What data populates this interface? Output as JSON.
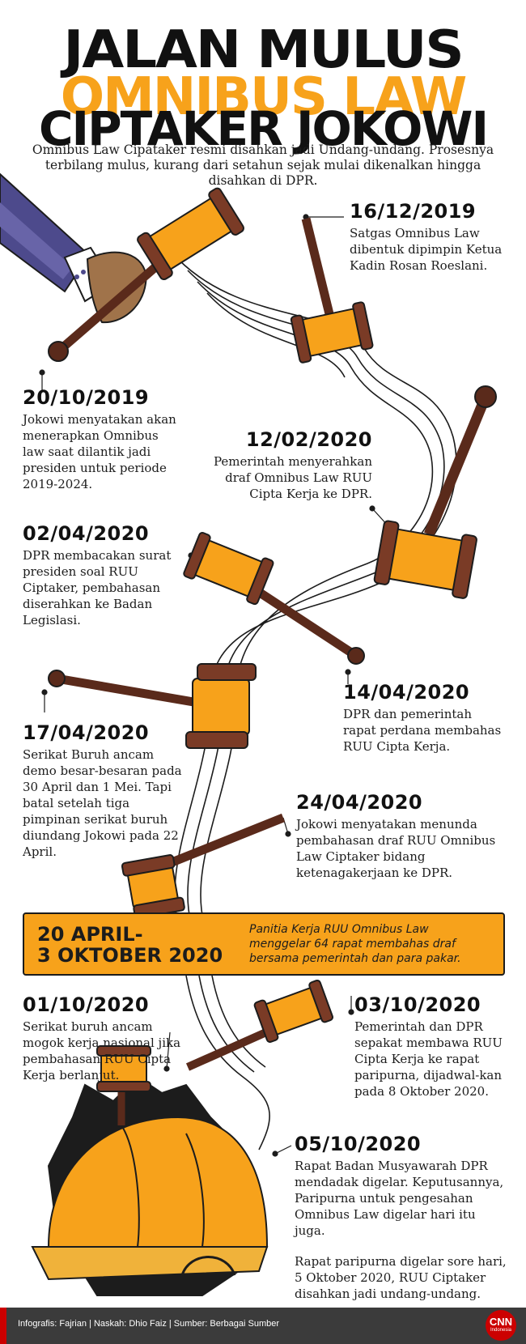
{
  "title": {
    "line1": "JALAN MULUS",
    "line2": "OMNIBUS LAW",
    "line3": "CIPTAKER JOKOWI"
  },
  "intro": "Omnibus Law Cipataker resmi disahkan jadi Undang-undang. Prosesnya terbilang mulus, kurang dari setahun sejak mulai dikenalkan hingga disahkan di DPR.",
  "events": [
    {
      "date": "16/12/2019",
      "text": "Satgas Omnibus Law dibentuk dipimpin Ketua Kadin Rosan Roeslani."
    },
    {
      "date": "20/10/2019",
      "text": "Jokowi menyatakan akan menerapkan Omnibus law saat dilantik jadi presiden untuk periode 2019-2024."
    },
    {
      "date": "12/02/2020",
      "text": "Pemerintah menyerahkan draf Omnibus Law RUU Cipta Kerja ke DPR."
    },
    {
      "date": "02/04/2020",
      "text": "DPR membacakan surat presiden soal RUU Ciptaker, pembahasan diserahkan ke Badan Legislasi."
    },
    {
      "date": "14/04/2020",
      "text": "DPR dan pemerintah rapat perdana membahas RUU Cipta Kerja."
    },
    {
      "date": "17/04/2020",
      "text": "Serikat Buruh ancam demo besar-besaran pada 30 April dan 1 Mei. Tapi batal setelah tiga pimpinan serikat buruh diundang Jokowi pada 22 April."
    },
    {
      "date": "24/04/2020",
      "text": "Jokowi menyatakan menunda pembahasan draf RUU Omnibus Law Ciptaker bidang ketenagakerjaan ke DPR."
    },
    {
      "date": "01/10/2020",
      "text": "Serikat buruh ancam mogok kerja nasional jika pembahasan RUU Cipta Kerja berlanjut."
    },
    {
      "date": "03/10/2020",
      "text": "Pemerintah dan DPR sepakat membawa RUU Cipta Kerja ke rapat paripurna, dijadwal-kan pada 8 Oktober 2020."
    },
    {
      "date": "05/10/2020",
      "text": "Rapat Badan Musyawarah DPR mendadak digelar. Keputusannya, Paripurna untuk pengesahan Omnibus Law digelar hari itu juga.",
      "text2": "Rapat paripurna digelar sore hari, 5 Oktober 2020, RUU Ciptaker disahkan jadi undang-undang."
    }
  ],
  "banner": {
    "date_line1": "20 APRIL-",
    "date_line2": "3 OKTOBER 2020",
    "text": "Panitia Kerja RUU Omnibus Law menggelar 64 rapat membahas draf bersama pemerintah dan para pakar."
  },
  "footer": {
    "credit": "Infografis: Fajrian | Naskah: Dhio Faiz | Sumber: Berbagai Sumber",
    "logo_line1": "CNN",
    "logo_line2": "Indonesia"
  },
  "colors": {
    "accent": "#f7a21b",
    "dark": "#1c1c1c",
    "wood": "#7a3b26",
    "sleeve": "#4d4a8c",
    "footer": "#3b3b3b",
    "logo": "#cc0000"
  }
}
